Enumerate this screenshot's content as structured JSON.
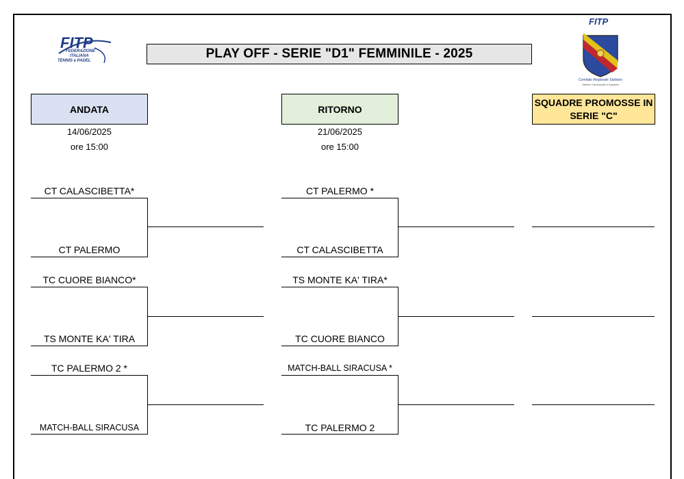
{
  "header": {
    "title": "PLAY OFF - SERIE \"D1\" FEMMINILE - 2025",
    "logo_left": {
      "brand": "FITP",
      "line1": "FEDERAZIONE",
      "line2": "ITALIANA",
      "line3": "TENNIS e PADEL"
    },
    "logo_right": {
      "brand": "FITP",
      "caption": "Comitato Regionale Siciliano",
      "subcaption": "Settore Campionati a Squadre"
    }
  },
  "columns": {
    "andata": {
      "label": "ANDATA",
      "date": "14/06/2025",
      "time": "ore 15:00"
    },
    "ritorno": {
      "label": "RITORNO",
      "date": "21/06/2025",
      "time": "ore 15:00"
    },
    "promosse": {
      "label_line1": "SQUADRE PROMOSSE IN",
      "label_line2": "SERIE \"C\""
    }
  },
  "andata_matches": [
    {
      "home": "CT CALASCIBETTA*",
      "away": "CT PALERMO"
    },
    {
      "home": "TC CUORE BIANCO*",
      "away": "TS MONTE KA' TIRA"
    },
    {
      "home": "TC PALERMO 2 *",
      "away": "MATCH-BALL SIRACUSA"
    }
  ],
  "ritorno_matches": [
    {
      "home": "CT PALERMO *",
      "away": "CT CALASCIBETTA"
    },
    {
      "home": "TS MONTE KA' TIRA*",
      "away": "TC CUORE BIANCO"
    },
    {
      "home": "MATCH-BALL SIRACUSA *",
      "away": "TC PALERMO 2"
    }
  ],
  "colors": {
    "title_bg": "#e6e6e6",
    "andata_bg": "#d9e1f2",
    "ritorno_bg": "#e2efda",
    "promosse_bg": "#ffe699",
    "logo_blue": "#1f3c88"
  }
}
